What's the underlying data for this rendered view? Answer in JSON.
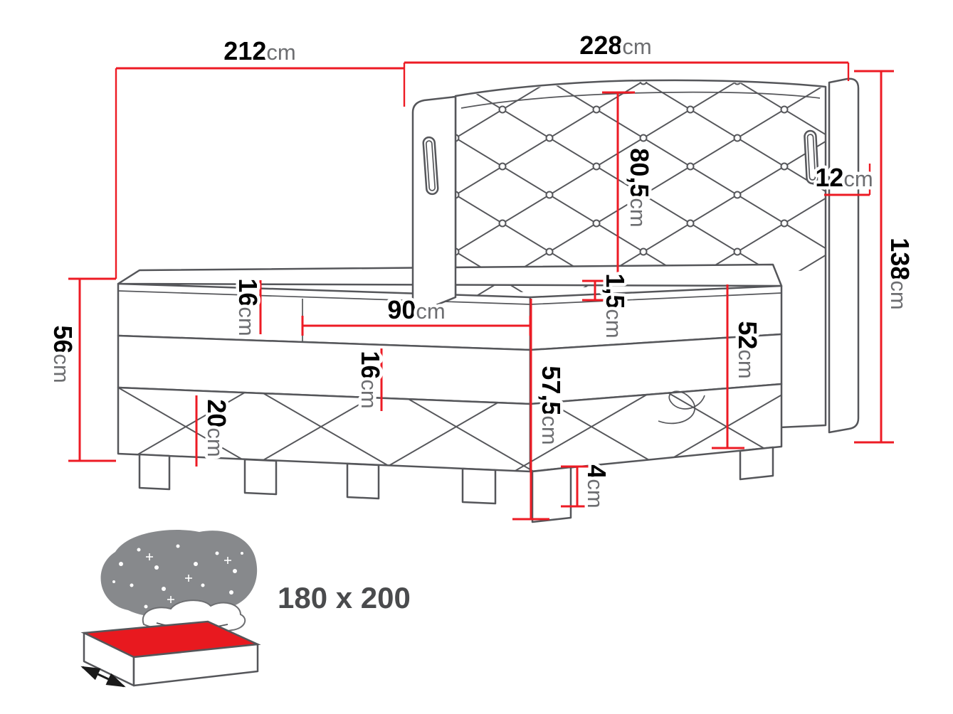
{
  "page": {
    "background": "#ffffff"
  },
  "colors": {
    "dimension-red": "#ed1b24",
    "line-gray": "#55565a",
    "label-black": "#000000",
    "unit-gray": "#6d6e71",
    "icon-gray": "#87898c",
    "icon-red": "#e8191f",
    "size-label-gray": "#4a4b4d"
  },
  "dimensions": {
    "length_total": {
      "value": "212",
      "unit": "cm"
    },
    "width_total": {
      "value": "228",
      "unit": "cm"
    },
    "headboard_above": {
      "value": "80,5",
      "unit": "cm"
    },
    "panel_depth": {
      "value": "12",
      "unit": "cm"
    },
    "headboard_height": {
      "value": "138",
      "unit": "cm"
    },
    "mattress_thickness": {
      "value": "16",
      "unit": "cm"
    },
    "footboard_width": {
      "value": "90",
      "unit": "cm"
    },
    "topper_thickness": {
      "value": "1,5",
      "unit": "cm"
    },
    "side_height": {
      "value": "52",
      "unit": "cm"
    },
    "box_thickness": {
      "value": "16",
      "unit": "cm"
    },
    "front_total_height": {
      "value": "57,5",
      "unit": "cm"
    },
    "base_panel_height": {
      "value": "20",
      "unit": "cm"
    },
    "end_total_height": {
      "value": "56",
      "unit": "cm"
    },
    "leg_height": {
      "value": "4",
      "unit": "cm"
    }
  },
  "size_badge": {
    "label": "180 x 200"
  }
}
